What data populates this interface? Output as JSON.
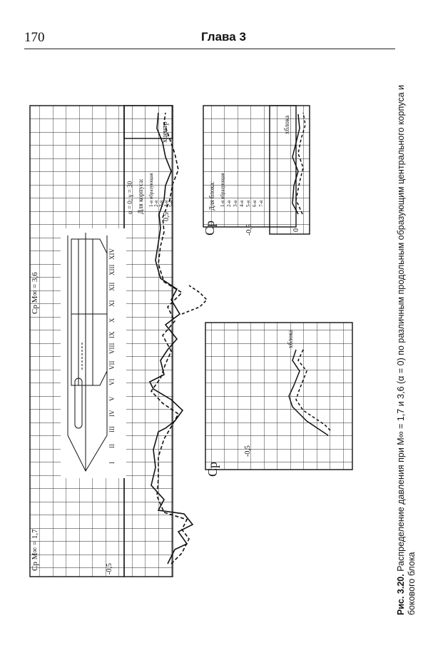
{
  "header": {
    "page_number": "170",
    "chapter_title": "Глава 3"
  },
  "figure": {
    "caption_label": "Рис. 3.20.",
    "caption_text": "Распределение давления при M∞ = 1,7 и 3,6 (α = 0) по различным продольным образующим центрального корпуса и бокового блока",
    "axis_symbol": "Cp",
    "panel_left_label": "Cp M∞ = 1,7",
    "panel_mid_label": "Cp M∞ = 3,6",
    "xlabel_main": "xцентр",
    "xlabel_block": "xблока",
    "tick_a": "-0,5",
    "tick_b": "0,5",
    "tick_c": "0",
    "legend_body": {
      "title": "α = 0; γ = 30",
      "subtitle": "Для корпуса:",
      "items": [
        "1-я образующая",
        "2-я",
        "3-я",
        "4-я",
        "5-я"
      ]
    },
    "legend_block": {
      "title": "Для блока:",
      "items": [
        "1-я образующая",
        "2-я",
        "3-я",
        "4-я",
        "5-я",
        "6-я",
        "7-я"
      ]
    },
    "section_numerals": [
      "I",
      "II",
      "III",
      "IV",
      "V",
      "VI",
      "VII",
      "VIII",
      "IX",
      "X",
      "XI",
      "XII",
      "XIII",
      "XIV"
    ]
  }
}
